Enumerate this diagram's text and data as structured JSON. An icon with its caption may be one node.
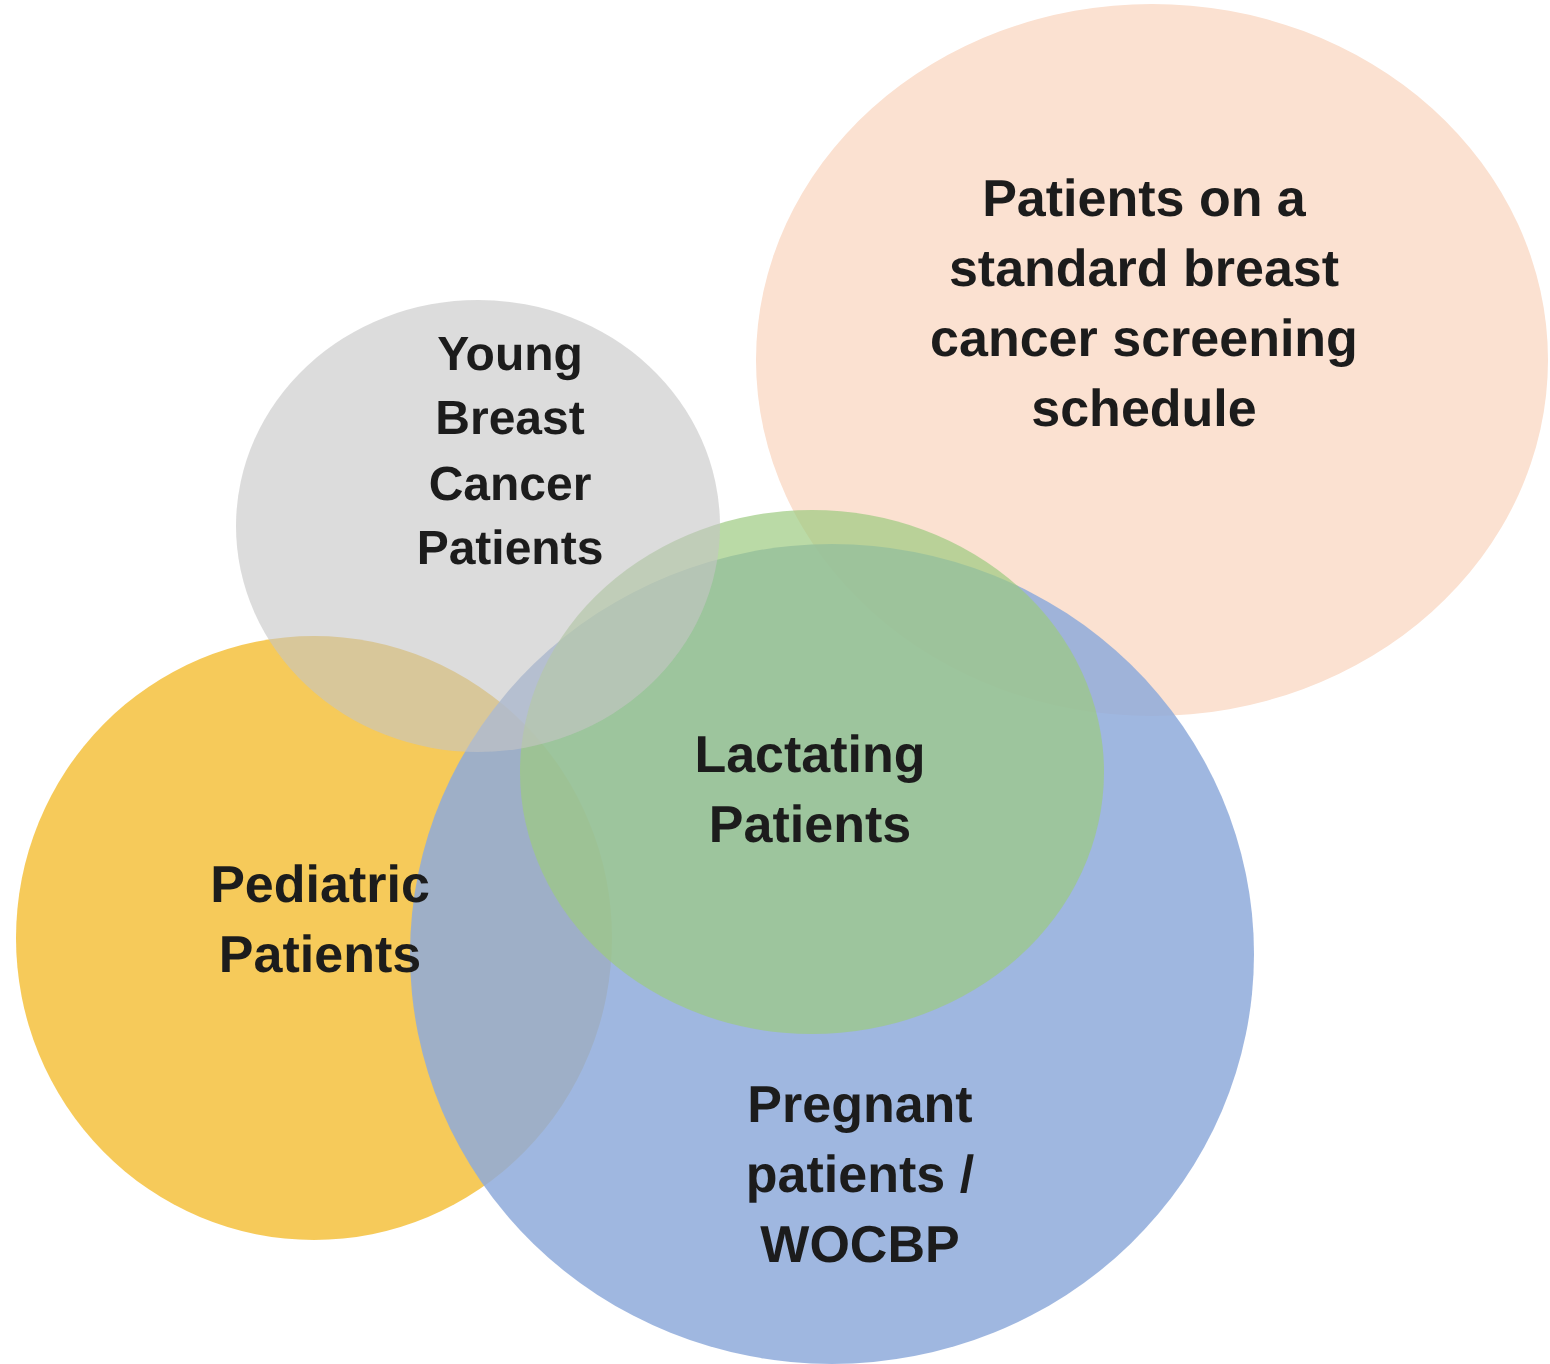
{
  "diagram": {
    "nodes": [
      {
        "text": [
          "Patients on a standard breast cancer screening schedule"
        ]
      },
      {
        "text": [
          "Young Breast Cancer Patients"
        ]
      },
      {
        "text": [
          "Pediatric Patients"
        ]
      },
      {
        "text": [
          "Pregnant patients / WOCBP"
        ]
      },
      {
        "text": [
          "Lactating Patients"
        ]
      }
    ]
  }
}
